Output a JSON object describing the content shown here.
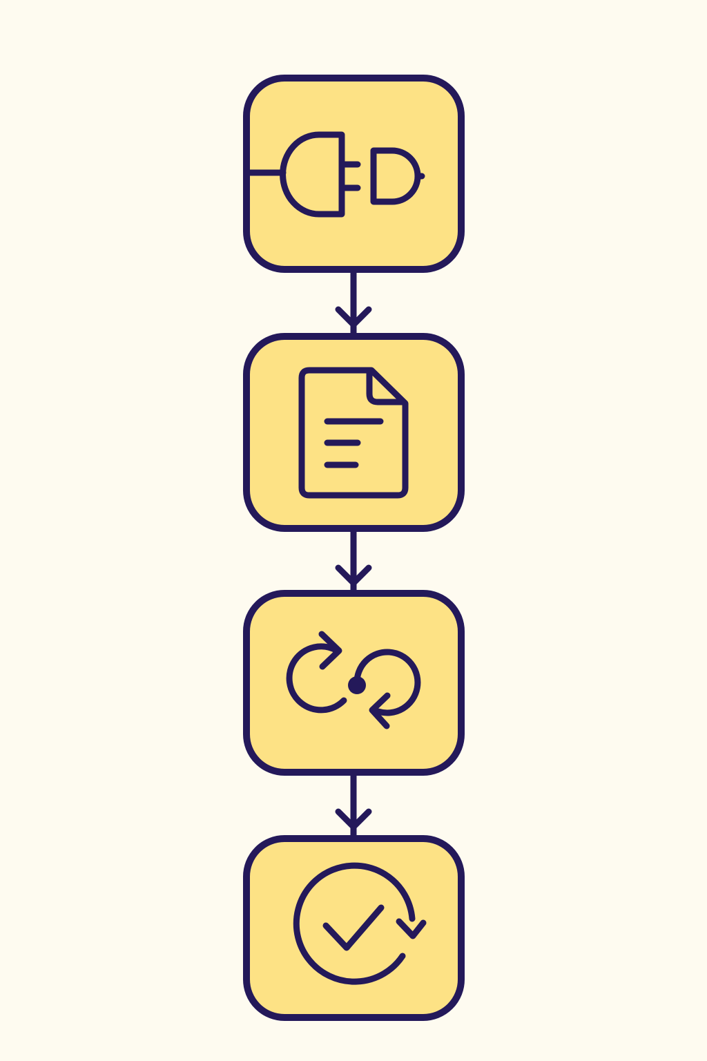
{
  "colors": {
    "background": "#fefbf0",
    "box_fill": "#fde285",
    "stroke": "#24195a"
  },
  "steps": [
    {
      "icon": "plug-icon"
    },
    {
      "icon": "document-icon"
    },
    {
      "icon": "sync-icon"
    },
    {
      "icon": "check-circle-refresh-icon"
    }
  ],
  "connectors": [
    {
      "from": 1,
      "to": 2
    },
    {
      "from": 2,
      "to": 3
    },
    {
      "from": 3,
      "to": 4
    }
  ]
}
